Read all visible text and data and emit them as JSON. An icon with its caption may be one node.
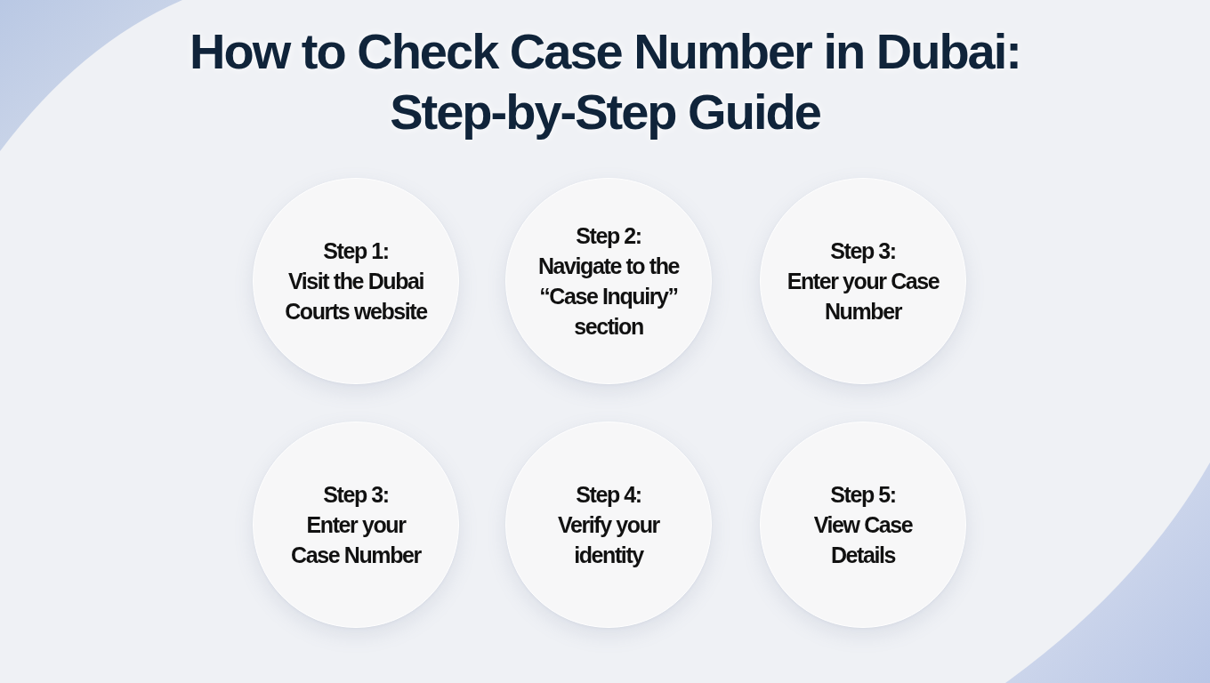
{
  "diagram": {
    "title": "How to Check Case Number in Dubai: Step-by-Step Guide",
    "nodes": [
      {
        "text": [
          "Step 1:",
          "Visit the Dubai Courts website"
        ]
      },
      {
        "text": [
          "Step 2:",
          "Navigate to the “Case Inquiry” section"
        ]
      },
      {
        "text": [
          "Step 3:",
          "Enter your Case Number"
        ]
      },
      {
        "text": [
          "Step 3:",
          "Enter your Case Number"
        ]
      },
      {
        "text": [
          "Step 4:",
          "Verify your identity"
        ]
      },
      {
        "text": [
          "Step 5:",
          "View Case Details"
        ]
      }
    ]
  }
}
